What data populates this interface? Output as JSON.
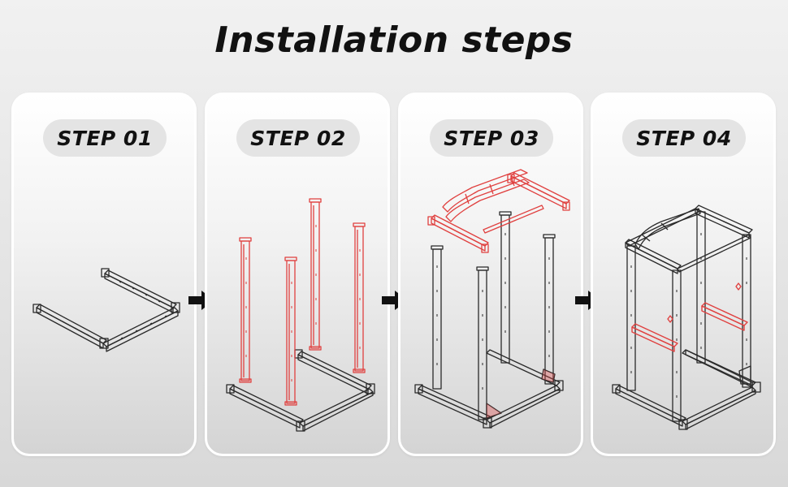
{
  "title": "Installation steps",
  "steps": [
    {
      "label": "STEP 01"
    },
    {
      "label": "STEP 02"
    },
    {
      "label": "STEP 03"
    },
    {
      "label": "STEP 04"
    }
  ],
  "colors": {
    "frame_line": "#2a2a2a",
    "new_parts": "#e0403f",
    "panel_border": "#ffffff",
    "pill_background": "#e4e4e4"
  },
  "icons": [
    "arrow-right-icon"
  ]
}
